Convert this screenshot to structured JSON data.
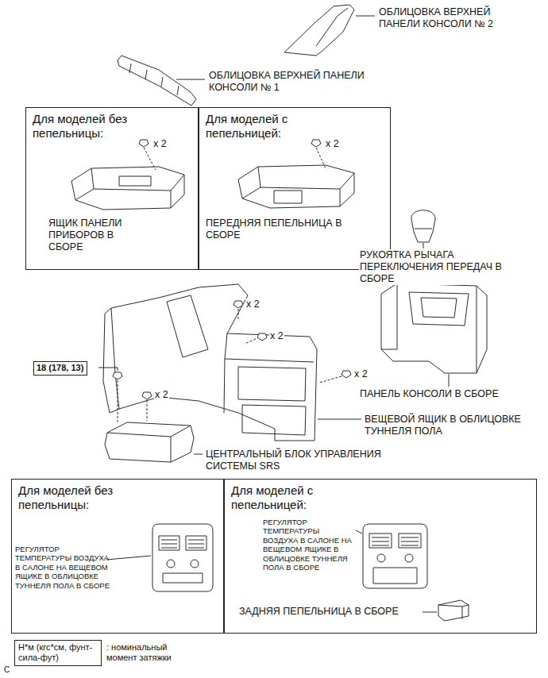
{
  "diagram": {
    "nodes": [
      {
        "text": [
          "Для моделей без пепельницы:",
          "x 2",
          "ЯЩИК ПАНЕЛИ ПРИБОРОВ В СБОРЕ"
        ]
      },
      {
        "text": [
          "Для моделей с пепельницей:",
          "x 2",
          "ПЕРЕДНЯЯ ПЕПЕЛЬНИЦА В СБОРЕ"
        ]
      },
      {
        "text": [
          "18 (178, 13)"
        ]
      },
      {
        "text": [
          "Для моделей без пепельницы:",
          "РЕГУЛЯТОР ТЕМПЕРАТУРЫ ВОЗДУХА В САЛОНЕ НА ВЕЩЕВОМ ЯЩИКЕ В ОБЛИЦОВКЕ ТУННЕЛЯ ПОЛА В СБОРЕ"
        ]
      },
      {
        "text": [
          "Для моделей с пепельницей:",
          "РЕГУЛЯТОР ТЕМПЕРАТУРЫ ВОЗДУХА В САЛОНЕ НА ВЕЩЕВОМ ЯЩИКЕ В ОБЛИЦОВКЕ ТУННЕЛЯ ПОЛА В СБОРЕ",
          "ЗАДНЯЯ ПЕПЕЛЬНИЦА В СБОРЕ"
        ]
      },
      {
        "text": [
          "Н*м (кгс*см, фунт-сила-фут)",
          ": номинальный момент затяжки"
        ]
      }
    ],
    "labels": [
      "ОБЛИЦОВКА ВЕРХНЕЙ ПАНЕЛИ КОНСОЛИ № 2",
      "ОБЛИЦОВКА ВЕРХНЕЙ ПАНЕЛИ КОНСОЛИ № 1",
      "РУКОЯТКА РЫЧАГА ПЕРЕКЛЮЧЕНИЯ ПЕРЕДАЧ В СБОРЕ",
      "x 2",
      "x 2",
      "x 2",
      "ПАНЕЛЬ КОНСОЛИ В СБОРЕ",
      "x 2",
      "ВЕЩЕВОЙ ЯЩИК В ОБЛИЦОВКЕ ТУННЕЛЯ ПОЛА",
      "ЦЕНТРАЛЬНЫЙ БЛОК УПРАВЛЕНИЯ СИСТЕМЫ SRS",
      "C"
    ]
  }
}
